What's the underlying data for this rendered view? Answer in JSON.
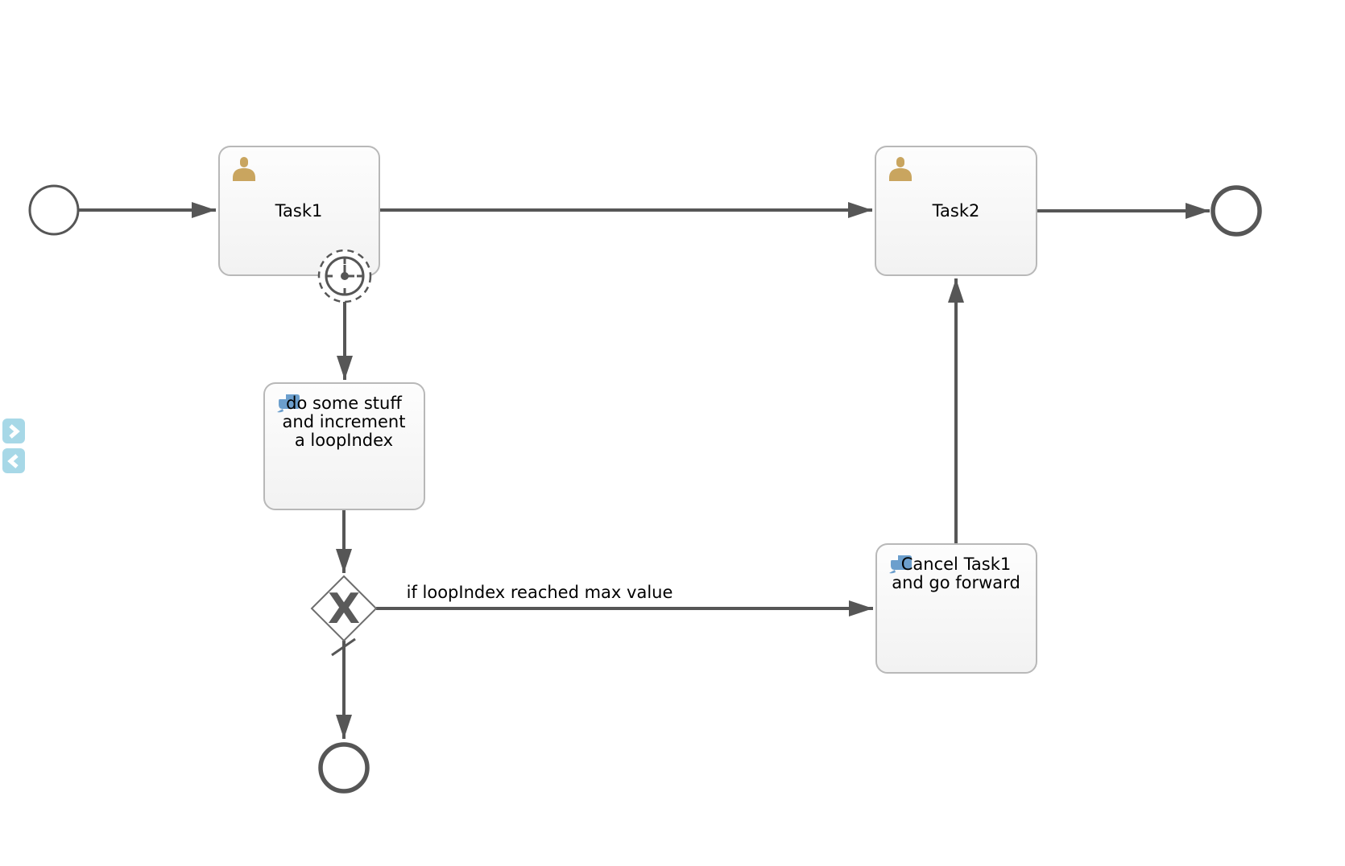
{
  "app": {
    "name": "bpmn-process-diagram-canvas"
  },
  "colors": {
    "canvas_bg": "#ffffff",
    "flow_stroke": "#565656",
    "node_border": "#b8b8b8",
    "node_fill_top": "#fdfdfd",
    "node_fill_bottom": "#f2f2f2",
    "gateway_border": "#6e6e6e",
    "user_icon": "#c9a55f",
    "script_icon": "#6c9fcd",
    "label_text": "#000000",
    "palette_button_bg": "#a7d8e7",
    "palette_button_glyph": "#ffffff"
  },
  "palette": {
    "expand_icon": "chevron-right-icon",
    "collapse_icon": "chevron-left-icon"
  },
  "nodes": {
    "start_event": {
      "type": "start-event"
    },
    "task1": {
      "type": "user-task",
      "icon": "user-icon",
      "label": "Task1"
    },
    "task2": {
      "type": "user-task",
      "icon": "user-icon",
      "label": "Task2"
    },
    "timer_boundary_event": {
      "type": "non-interrupting-timer-boundary-event",
      "icon": "timer-icon"
    },
    "script_task_increment": {
      "type": "script-task",
      "icon": "script-icon",
      "label_lines": [
        "do some stuff",
        "and increment",
        "a loopIndex"
      ]
    },
    "exclusive_gateway": {
      "type": "exclusive-gateway",
      "marker": "X"
    },
    "script_task_cancel": {
      "type": "script-task",
      "icon": "script-icon",
      "label_lines": [
        "Cancel Task1",
        "and go forward"
      ]
    },
    "end_event_main": {
      "type": "end-event"
    },
    "end_event_loop": {
      "type": "end-event"
    }
  },
  "flows": {
    "condition_label": "if loopIndex reached max value",
    "default_flow_marker": "slash"
  }
}
